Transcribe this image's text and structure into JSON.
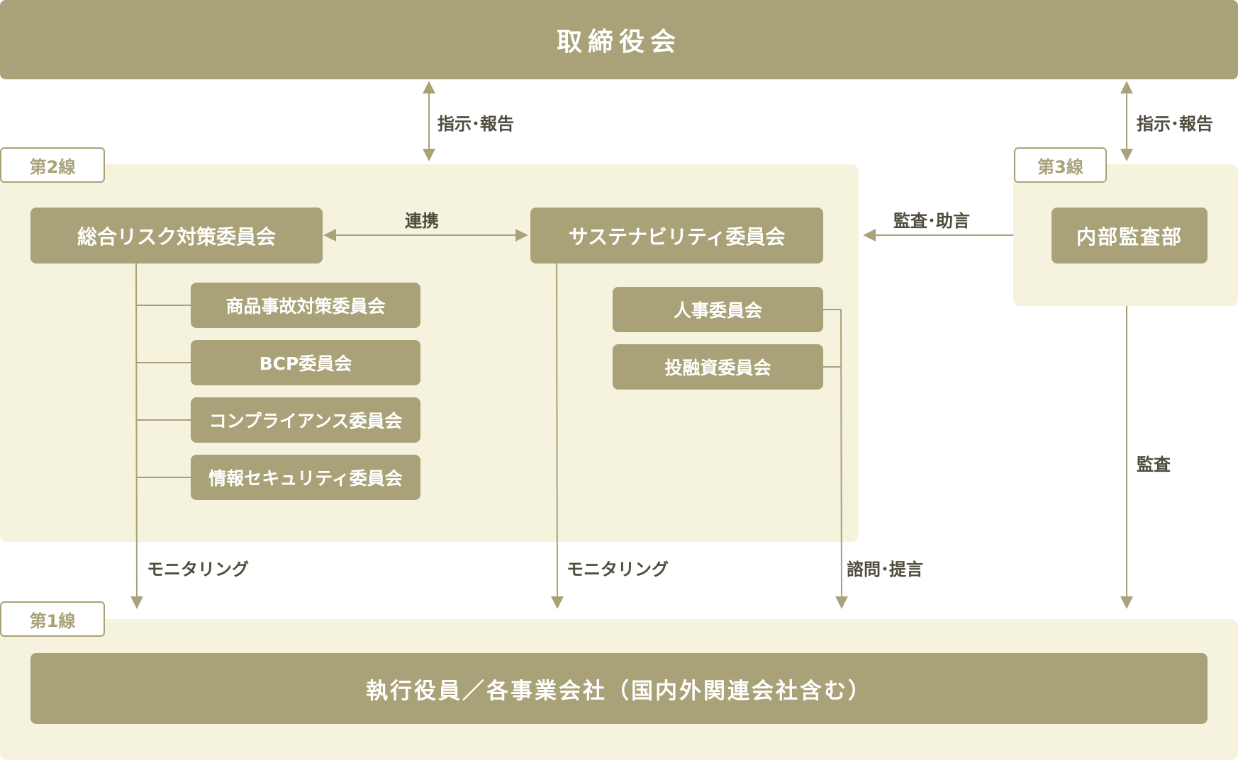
{
  "board": "取締役会",
  "lines": {
    "second": "第2線",
    "third": "第3線",
    "first": "第1線"
  },
  "committees": {
    "risk": "総合リスク対策委員会",
    "sustainability": "サステナビリティ委員会",
    "audit_dept": "内部監査部",
    "risk_subs": [
      "商品事故対策委員会",
      "BCP委員会",
      "コンプライアンス委員会",
      "情報セキュリティ委員会"
    ],
    "sus_subs": [
      "人事委員会",
      "投融資委員会"
    ]
  },
  "executives": "執行役員／各事業会社（国内外関連会社含む）",
  "relations": {
    "instruct_report": "指示･報告",
    "collaboration": "連携",
    "audit_advice": "監査･助言",
    "monitoring": "モニタリング",
    "consult_propose": "諮問･提言",
    "audit": "監査"
  },
  "colors": {
    "box": "#a9a278",
    "zone": "#f5f2dd",
    "text": "#4f4c3e"
  }
}
